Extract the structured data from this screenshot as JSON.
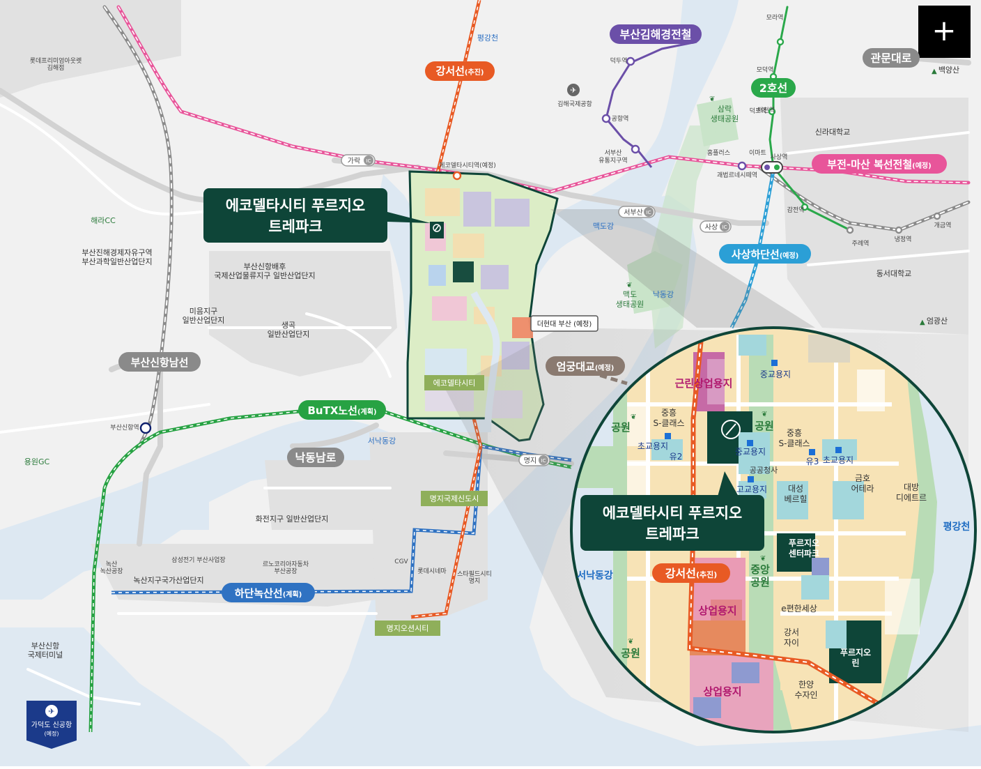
{
  "expand_button_label": "+",
  "rail_lines": {
    "busan_gimhae": "부산김해경전철",
    "gangseo": "강서선",
    "gangseo_note": "(추진)",
    "line2": "2호선",
    "bujeon_masan": "부전-마산 복선전철",
    "bujeon_masan_note": "(예정)",
    "sasang_hadan": "사상하단선",
    "sasang_hadan_note": "(예정)",
    "butx": "BuTX노선",
    "butx_note": "(계획)",
    "hadan_noksan": "하단녹산선",
    "hadan_noksan_note": "(계획)",
    "busan_newport_south": "부산신항남선"
  },
  "roads": {
    "gwanmun": "관문대로",
    "nakdongnam": "낙동남로",
    "eomgung": "엄궁대교",
    "eomgung_note": "(예정)"
  },
  "ic_labels": {
    "garak": "가락",
    "seobusan": "서부산",
    "sasang": "사상",
    "myeongji": "명지",
    "ic_badge": "IC"
  },
  "stations": {
    "mora": "모라역",
    "deokdu": "덕두역",
    "deokcheon": "덕천역",
    "gonghang": "공항역",
    "seobusan_yutong": "서부산\n유통지구역",
    "modeok": "모덕역",
    "deokpo": "덕포역",
    "sasang": "사상역",
    "gaebeop": "괘법르네시떼역",
    "gamjeon": "감전역",
    "jurye": "주례역",
    "naengjeong": "냉정역",
    "gaegeum": "개금역",
    "ecodelta_station": "에코델타시티역(예정)",
    "newport_station": "부산신항역"
  },
  "places": {
    "premium_outlet": "롯데프리미엄아웃렛\n김해점",
    "gimhae_airport": "김해국제공항",
    "pyeonggang_top": "평강천",
    "samrak": "삼락\n생태공원",
    "silla_univ": "신라대학교",
    "baekyang": "백양산",
    "eomgwang": "엄광산",
    "dongseo_univ": "동서대학교",
    "homeplus": "홈플러스",
    "emart": "이마트",
    "hera_cc": "해라CC",
    "free_zone": "부산진해경제자유구역\n부산과학일반산업단지",
    "newport_complex": "부산신항배후\n국제산업물류지구 일반산업단지",
    "mieum": "미음지구\n일반산업단지",
    "saenggok": "생곡\n일반산업단지",
    "maekdo_river": "맥도강",
    "maekdo_park": "맥도\n생태공원",
    "nakdong_river": "낙동강",
    "the_hyundai": "더현대 부산 (예정)",
    "ecodelta_city": "에코델타시티",
    "seonakdong_left": "서낙동강",
    "yongwon_gc": "용원GC",
    "hwajeon": "화전지구 일반산업단지",
    "noksan_plant": "녹산\n녹산공장",
    "samsung_electro": "삼성전기 부산사업장",
    "renault": "르노코리아자동차\n부산공장",
    "noksan_complex": "녹산지구국가산업단지",
    "myeongji_new": "명지국제신도시",
    "cgv": "CGV",
    "lotte_mart": "롯데시네마",
    "starfield": "스타필드시티\n명지",
    "myeongji_ocean": "명지오션시티",
    "newport_terminal": "부산신항\n국제터미널",
    "gadeok_airport": "가덕도 신공항",
    "gadeok_note": "(예정)"
  },
  "project_callout": {
    "line1": "에코델타시티 푸르지오",
    "line2": "트레파크"
  },
  "inset": {
    "callout_line1": "에코델타시티 푸르지오",
    "callout_line2": "트레파크",
    "neighborhood_commercial": "근린상업용지",
    "middle_school_top": "중교용지",
    "park_left": "공원",
    "jungheung_sclass_left": "중흥\nS-클래스",
    "elementary_left": "초교용지",
    "kindergarten_2": "유2",
    "park_right": "공원",
    "middle_school": "중교용지",
    "public_office": "공공청사",
    "high_school": "고교용지",
    "jungheung_sclass_right": "중흥\nS-클래스",
    "kindergarten_3": "유3",
    "elementary_right": "초교용지",
    "daeseong": "대성\n베르힐",
    "geumho": "금호\n어테라",
    "daebang": "대방\n디에트르",
    "pyeonggang": "평강천",
    "prugio_centerpark": "푸르지오\n센터파크",
    "seonakdong": "서낙동강",
    "gangseo_line": "강서선",
    "gangseo_note": "(추진)",
    "central_park": "중앙\n공원",
    "commercial_1": "상업용지",
    "e_pyeonhan": "e편한세상",
    "gangseo_xi": "강서\n자이",
    "prugio_lynn": "푸르지오\n린",
    "park_bottom": "공원",
    "commercial_2": "상업용지",
    "hanyang": "한양\n수자인"
  },
  "colors": {
    "gangseo_line": "#e85a24",
    "gimhae_line": "#6b4fa8",
    "line2": "#2aa84a",
    "bujeon_line": "#e8559a",
    "sasang_line": "#2b9fd6",
    "butx_line": "#27a243",
    "hadan_line": "#2f72c2",
    "road_gray": "#8a8a8a",
    "callout_green": "#0e4538",
    "river": "#dde8f2"
  }
}
